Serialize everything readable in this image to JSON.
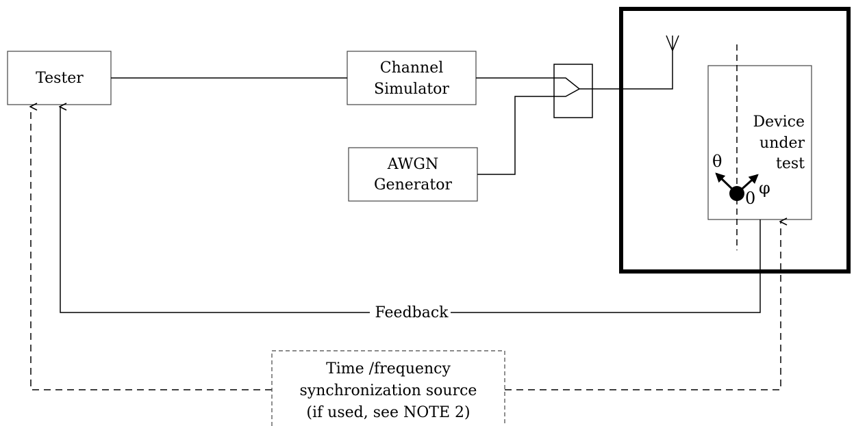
{
  "blocks": {
    "tester": {
      "label": "Tester"
    },
    "channel_simulator": {
      "line1": "Channel",
      "line2": "Simulator"
    },
    "awgn_generator": {
      "line1": "AWGN",
      "line2": "Generator"
    },
    "device_under_test": {
      "line1": "Device",
      "line2": "under",
      "line3": "test"
    },
    "sync_source": {
      "line1": "Time /frequency",
      "line2": "synchronization source",
      "line3": "(if used, see NOTE 2)"
    }
  },
  "links": {
    "feedback_label": "Feedback"
  },
  "coordinates": {
    "theta": "θ",
    "phi": "φ",
    "origin": "0"
  },
  "colors": {
    "stroke": "#000000",
    "box_border": "#444444",
    "background": "#ffffff"
  },
  "icons": {
    "antenna": "antenna-icon",
    "combiner": "combiner-icon",
    "origin_marker": "origin-dot-icon"
  }
}
